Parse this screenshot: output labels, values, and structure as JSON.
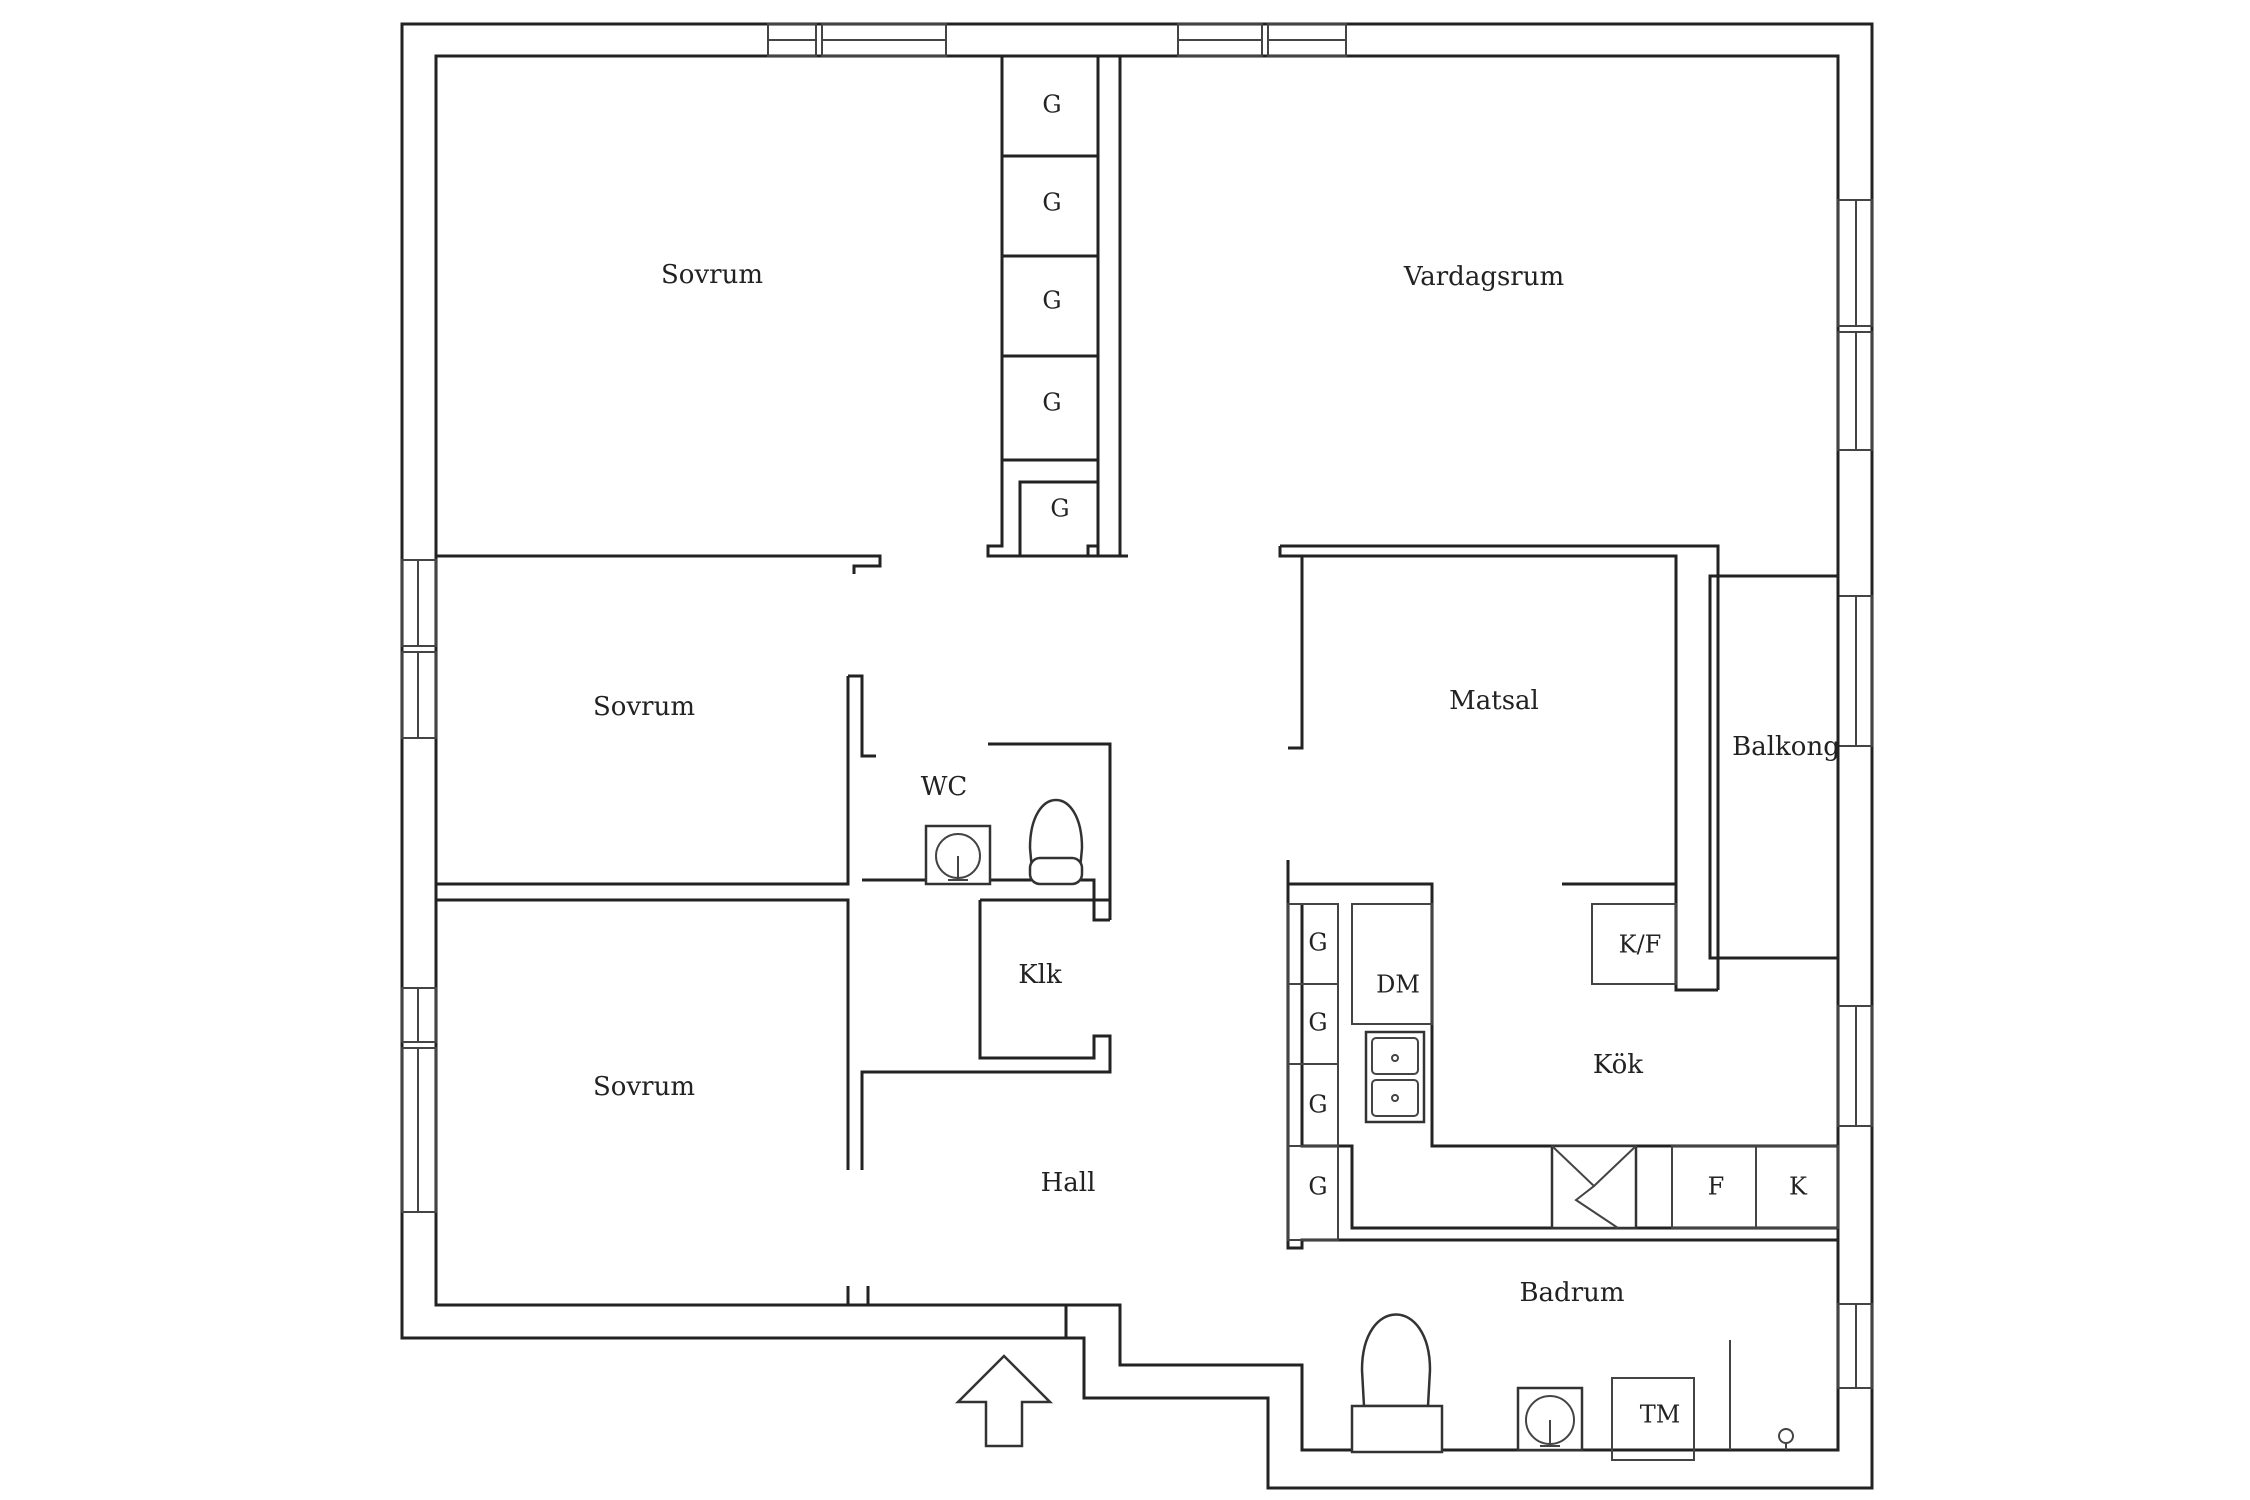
{
  "rooms": {
    "sovrum_top": "Sovrum",
    "sovrum_mid": "Sovrum",
    "sovrum_bottom": "Sovrum",
    "vardagsrum": "Vardagsrum",
    "matsal": "Matsal",
    "balkong": "Balkong",
    "wc": "WC",
    "klk": "Klk",
    "hall": "Hall",
    "kok": "Kök",
    "badrum": "Badrum"
  },
  "fixtures": {
    "wardrobe": "G",
    "dishwasher": "DM",
    "fridge_freezer": "K/F",
    "freezer": "F",
    "fridge": "K",
    "washing_machine": "TM"
  }
}
